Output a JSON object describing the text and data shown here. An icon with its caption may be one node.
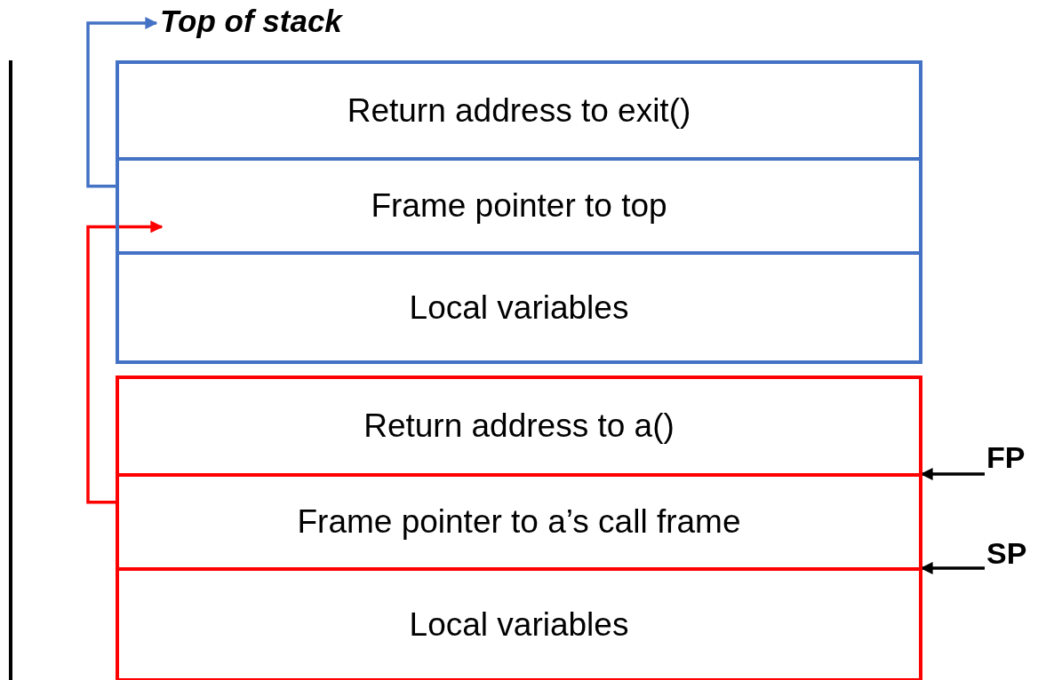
{
  "diagram": {
    "nodes": [
      {
        "text": [
          "Top of stack"
        ]
      },
      {
        "text": [],
        "shape": "box"
      },
      {
        "text": [
          "Return address to exit()"
        ],
        "in": 1
      },
      {
        "text": [
          "Frame pointer to top"
        ],
        "in": 1
      },
      {
        "text": [
          "Local variables"
        ],
        "in": 1
      },
      {
        "text": [],
        "shape": "box"
      },
      {
        "text": [
          "Return address to a()"
        ],
        "in": 5
      },
      {
        "text": [
          "Frame pointer to a’s call frame"
        ],
        "in": 5
      },
      {
        "text": [
          "Local variables"
        ],
        "in": 5
      },
      {
        "text": [
          "FP"
        ]
      },
      {
        "text": [
          "SP"
        ]
      }
    ],
    "edges": [
      {
        "from": 3,
        "to": 0,
        "arrow": "to",
        "color": "#4472c4"
      },
      {
        "from": 7,
        "to": 3,
        "arrow": "to",
        "color": "#ff0000"
      },
      {
        "from": 9,
        "to": 7,
        "arrow": "to"
      },
      {
        "from": 10,
        "to": 8,
        "arrow": "to"
      }
    ]
  }
}
